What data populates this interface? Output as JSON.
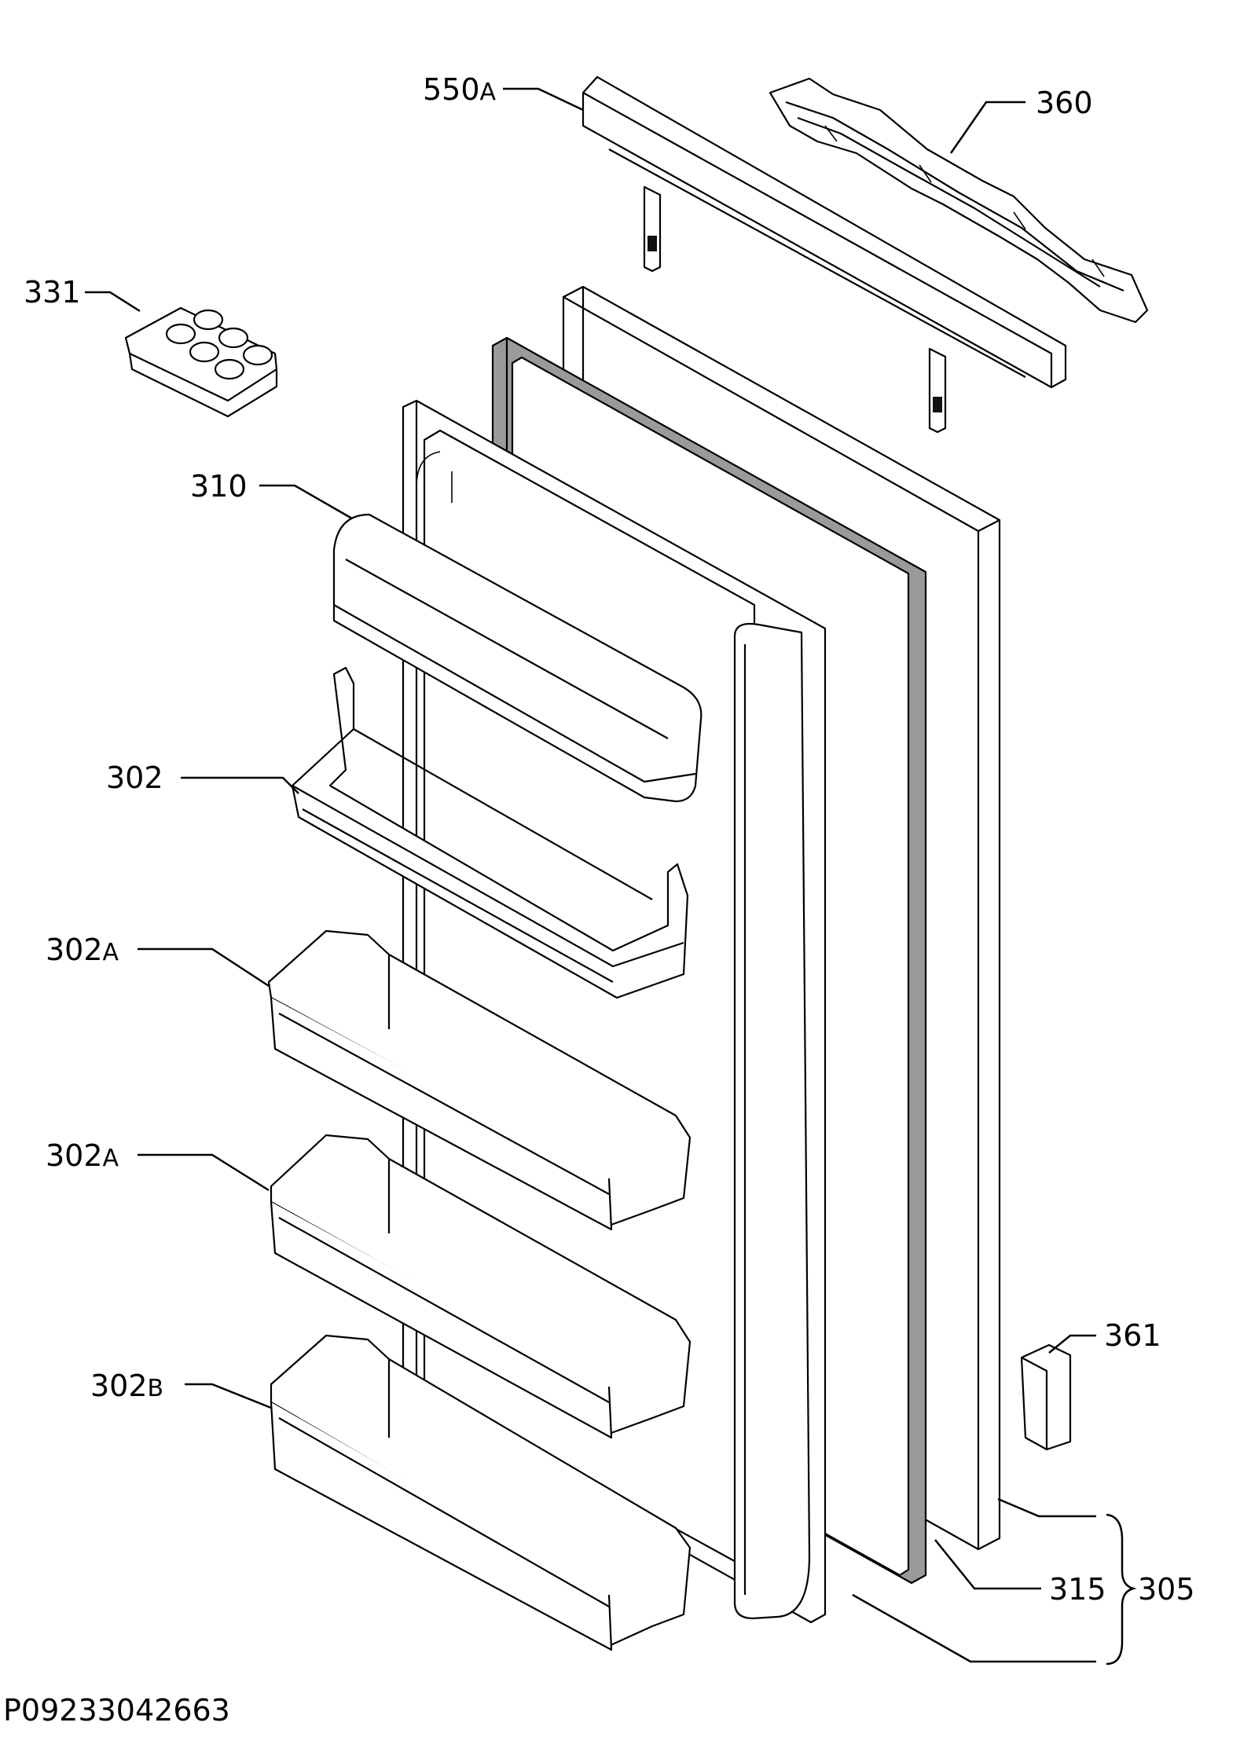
{
  "diagram": {
    "callouts": [
      {
        "id": "550a",
        "num": "550",
        "suffix": "A"
      },
      {
        "id": "360",
        "num": "360",
        "suffix": ""
      },
      {
        "id": "331",
        "num": "331",
        "suffix": ""
      },
      {
        "id": "310",
        "num": "310",
        "suffix": ""
      },
      {
        "id": "302",
        "num": "302",
        "suffix": ""
      },
      {
        "id": "302a-1",
        "num": "302",
        "suffix": "A"
      },
      {
        "id": "302a-2",
        "num": "302",
        "suffix": "A"
      },
      {
        "id": "302b",
        "num": "302",
        "suffix": "B"
      },
      {
        "id": "361",
        "num": "361",
        "suffix": ""
      },
      {
        "id": "315",
        "num": "315",
        "suffix": ""
      },
      {
        "id": "305",
        "num": "305",
        "suffix": ""
      }
    ],
    "drawing_code": "P09233042663"
  }
}
